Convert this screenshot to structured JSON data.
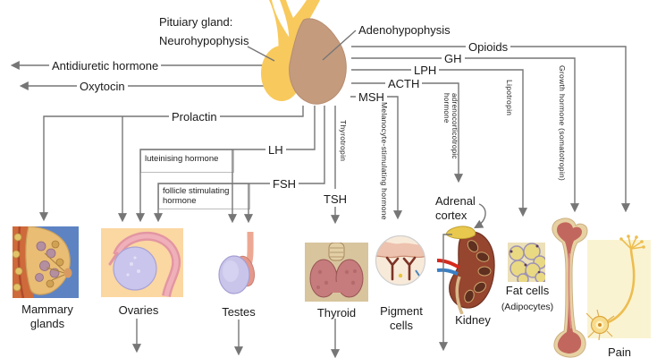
{
  "title_block": {
    "pituitary": "Pituiary gland:",
    "neurohypophysis": "Neurohypophysis",
    "adenohypophysis": "Adenohypophysis"
  },
  "hormones": {
    "antidiuretic": "Antidiuretic hormone",
    "oxytocin": "Oxytocin",
    "prolactin": "Prolactin",
    "lh": "LH",
    "lh_full": "luteinising hormone",
    "fsh": "FSH",
    "fsh_full": "follicle stimulating hormone",
    "tsh": "TSH",
    "thyrotropin": "Thyrotropin",
    "msh": "MSH",
    "msh_full": "Melanocyte-stimulating hormone",
    "acth": "ACTH",
    "acth_full": "adrenocorticotropic hormone",
    "lph": "LPH",
    "lipotropin": "Lipotropin",
    "gh": "GH",
    "gh_full": "Growth hormone (somatotropin)",
    "opioids": "Opioids"
  },
  "targets": {
    "mammary": "Mammary glands",
    "ovaries": "Ovaries",
    "testes": "Testes",
    "thyroid": "Thyroid",
    "pigment_cells": "Pigment cells",
    "adrenal_cortex": "Adrenal cortex",
    "kidney": "Kidney",
    "fat_cells": "Fat cells",
    "fat_cells_sub": "(Adipocytes)",
    "pain": "Pain"
  },
  "colors": {
    "line": "#767676",
    "gland_posterior_yellow": "#f8c95c",
    "gland_anterior_brown": "#c59b7e",
    "text": "#1a1a1a"
  }
}
